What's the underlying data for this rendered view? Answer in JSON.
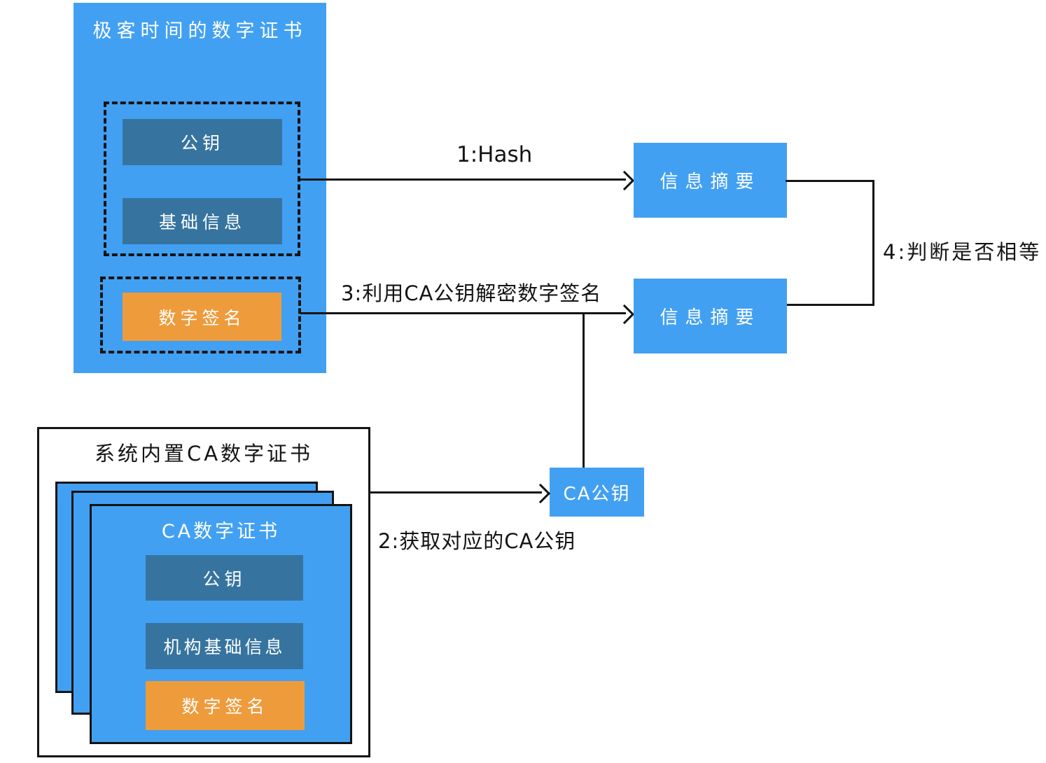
{
  "colors": {
    "light_blue": "#42A0F2",
    "dark_blue": "#36749F",
    "orange": "#EE9B3C",
    "ink": "#141414",
    "box_text": "#FFFFFF"
  },
  "geek_cert": {
    "title": "极客时间的数字证书",
    "public_key": "公钥",
    "basic_info": "基础信息",
    "signature": "数字签名"
  },
  "digest1": {
    "label": "信息摘要"
  },
  "digest2": {
    "label": "信息摘要"
  },
  "ca_public_key": {
    "label": "CA公钥"
  },
  "system_certs": {
    "title": "系统内置CA数字证书",
    "cert_title": "CA数字证书",
    "public_key": "公钥",
    "org_basic_info": "机构基础信息",
    "signature": "数字签名"
  },
  "steps": {
    "step1": "1:Hash",
    "step2": "2:获取对应的CA公钥",
    "step3": "3:利用CA公钥解密数字签名",
    "step4": "4:判断是否相等"
  }
}
